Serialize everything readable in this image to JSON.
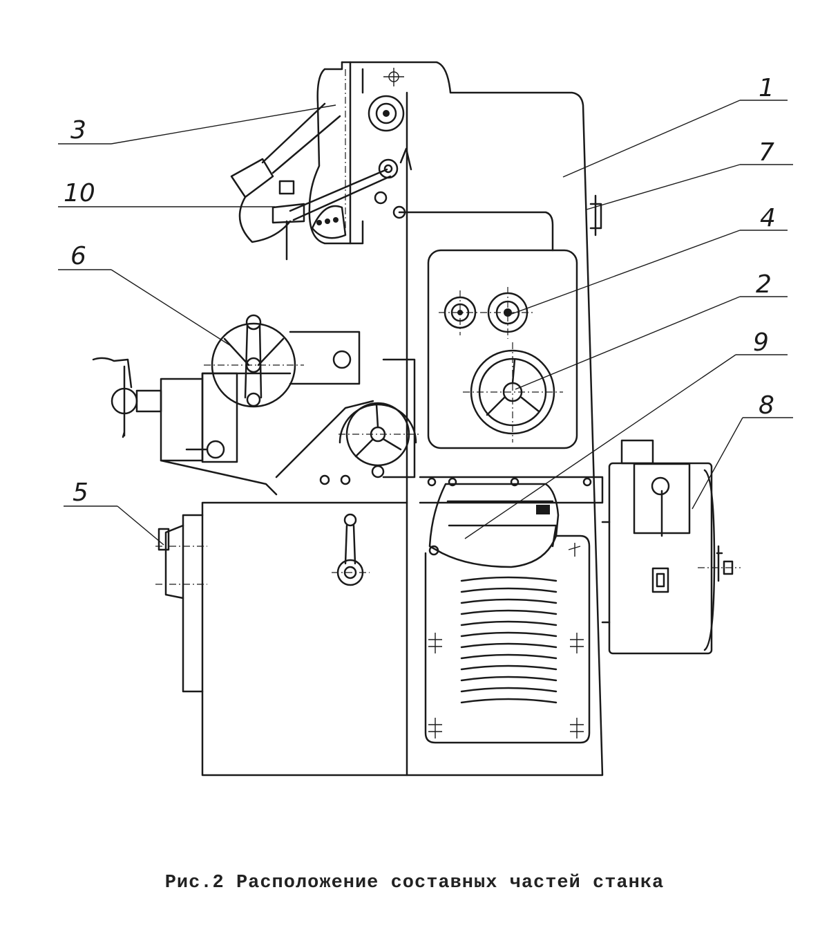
{
  "figure": {
    "caption": "Рис.2 Расположение составных частей станка",
    "callouts": [
      {
        "id": "1",
        "label": "1"
      },
      {
        "id": "2",
        "label": "2"
      },
      {
        "id": "3",
        "label": "3"
      },
      {
        "id": "4",
        "label": "4"
      },
      {
        "id": "5",
        "label": "5"
      },
      {
        "id": "6",
        "label": "6"
      },
      {
        "id": "7",
        "label": "7"
      },
      {
        "id": "8",
        "label": "8"
      },
      {
        "id": "9",
        "label": "9"
      },
      {
        "id": "10",
        "label": "10"
      }
    ]
  },
  "colors": {
    "ink": "#1a1a1a",
    "paper": "#ffffff"
  }
}
